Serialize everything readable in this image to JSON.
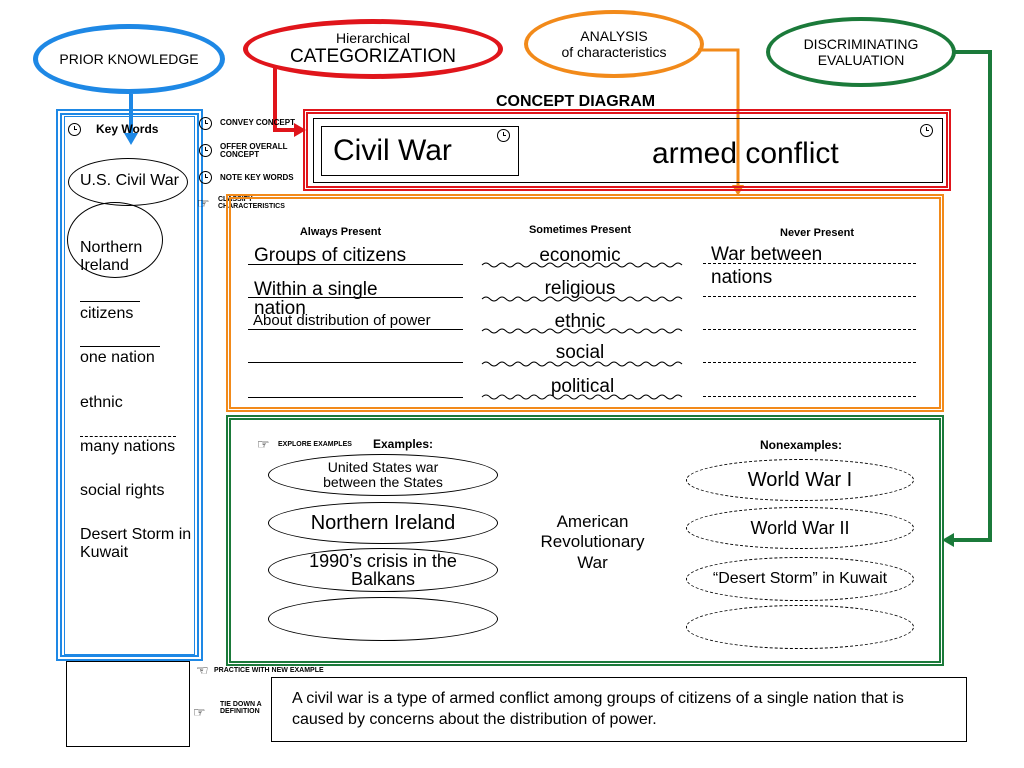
{
  "header": {
    "prior_knowledge": "PRIOR KNOWLEDGE",
    "hierarchical_small": "Hierarchical",
    "hierarchical_big": "CATEGORIZATION",
    "analysis_1": "ANALYSIS",
    "analysis_2": "of characteristics",
    "discriminating_1": "DISCRIMINATING",
    "discriminating_2": "EVALUATION"
  },
  "title": "CONCEPT DIAGRAM",
  "steps": {
    "convey": "CONVEY CONCEPT",
    "offer": "OFFER OVERALL CONCEPT",
    "note": "NOTE KEY WORDS",
    "classify": "CLASSIFY CHARACTERISTICS",
    "explore": "EXPLORE EXAMPLES",
    "practice": "PRACTICE WITH NEW EXAMPLE",
    "tie": "TIE DOWN A DEFINITION"
  },
  "key_words": {
    "heading": "Key Words",
    "items": [
      "U.S. Civil War",
      "Northern Ireland",
      "citizens",
      "one nation",
      "ethnic",
      "many nations",
      "social rights",
      "Desert Storm in Kuwait"
    ]
  },
  "concept": {
    "name": "Civil War",
    "category": "armed conflict"
  },
  "characteristics": {
    "always_label": "Always Present",
    "sometimes_label": "Sometimes Present",
    "never_label": "Never Present",
    "always": [
      "Groups of citizens",
      "Within a single nation",
      "About distribution of power"
    ],
    "sometimes": [
      "economic",
      "religious",
      "ethnic",
      "social",
      "political"
    ],
    "never": [
      "War between nations"
    ]
  },
  "examples": {
    "label": "Examples:",
    "items": [
      "United States war between the States",
      "Northern Ireland",
      "1990’s crisis in the Balkans"
    ],
    "middle": "American Revolutionary War",
    "nonlabel": "Nonexamples:",
    "nonitems": [
      "World War I",
      "World War II",
      "“Desert Storm” in Kuwait"
    ]
  },
  "definition": "A civil war is a type of armed conflict among groups of citizens of a single nation that is caused by concerns about the distribution of power.",
  "colors": {
    "blue": "#1E88E5",
    "red": "#E0151B",
    "orange": "#F28A1A",
    "green": "#1B7A3A"
  }
}
